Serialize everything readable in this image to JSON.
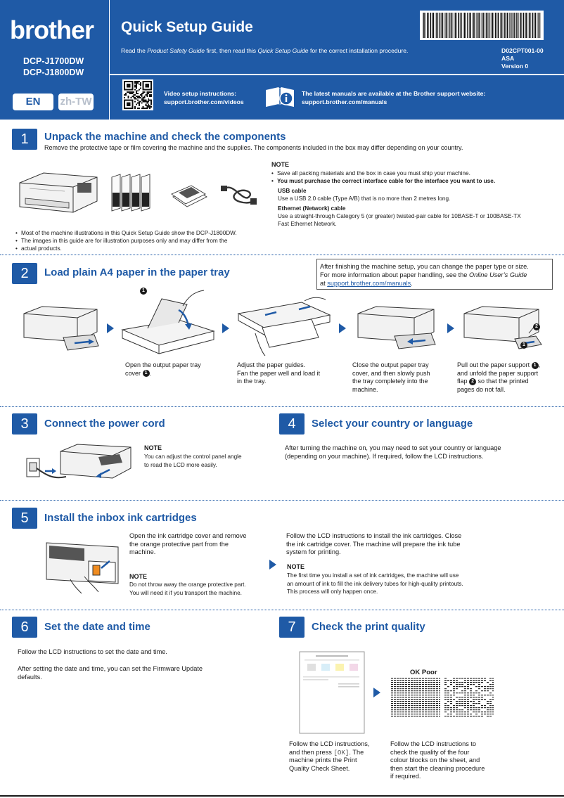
{
  "header": {
    "logo": "brother",
    "models": [
      "DCP-J1700DW",
      "DCP-J1800DW"
    ],
    "lang_active": "EN",
    "lang_inactive": "zh-TW",
    "title": "Quick Setup Guide",
    "intro_pre": "Read the ",
    "intro_italic1": "Product Safety Guide",
    "intro_mid": " first, then read this ",
    "intro_italic2": "Quick Setup Guide",
    "intro_post": " for the correct installation procedure.",
    "doc_code": "D02CPT001-00",
    "doc_region": "ASA",
    "doc_version": "Version 0",
    "video_label": "Video setup instructions:",
    "video_url": "support.brother.com/videos",
    "manuals_label": "The latest manuals are available at the Brother support website:",
    "manuals_url": "support.brother.com/manuals"
  },
  "s1": {
    "num": "1",
    "title": "Unpack the machine and check the components",
    "desc": "Remove the protective tape or film covering the machine and the supplies. The components included in the box may differ depending on your country.",
    "note_h": "NOTE",
    "note_b1": "Save all packing materials and the box in case you must ship your machine.",
    "note_b2": "You must purchase the correct interface cable for the interface you want to use.",
    "usb_h": "USB cable",
    "usb_t": "Use a USB 2.0 cable (Type A/B) that is no more than 2 metres long.",
    "eth_h": "Ethernet (Network) cable",
    "eth_t1": "Use a straight-through Category 5 (or greater) twisted-pair cable for 10BASE-T or 100BASE-TX",
    "eth_t2": "Fast Ethernet Network.",
    "foot1": "Most of the machine illustrations in this Quick Setup Guide show the DCP-J1800DW.",
    "foot2a": "The images in this guide are for illustration purposes only and may differ from the",
    "foot2b": "actual products."
  },
  "s2": {
    "num": "2",
    "title": "Load plain A4 paper in the paper tray",
    "box1": "After finishing the machine setup, you can change the paper type or size.",
    "box2_pre": "For more information about paper handling, see the ",
    "box2_it": "Online User’s Guide",
    "box3_pre": "at ",
    "box3_link": "support.brother.com/manuals",
    "box3_post": ".",
    "step1a": "Open the output paper tray",
    "step1b": "cover",
    "step2a": "Adjust the paper guides.",
    "step2b": "Fan the paper well and load it",
    "step2c": "in the tray.",
    "step3a": "Close the output paper tray",
    "step3b": "cover, and then slowly push",
    "step3c": "the tray completely into the",
    "step3d": "machine.",
    "step4a": "Pull out the paper support",
    "step4b": "and unfold the paper support",
    "step4c": "flap",
    "step4c2": "so that the printed",
    "step4d": "pages do not fall.",
    "mark1": "1",
    "mark2": "2"
  },
  "s3": {
    "num": "3",
    "title": "Connect the power cord",
    "note_h": "NOTE",
    "note1": "You can adjust the control panel angle",
    "note2": "to read the LCD more easily."
  },
  "s4": {
    "num": "4",
    "title": "Select your country or language",
    "t1": "After turning the machine on, you may need to set your country or language",
    "t2": "(depending on your machine). If required, follow the LCD instructions."
  },
  "s5": {
    "num": "5",
    "title": "Install the inbox ink cartridges",
    "a1": "Open the ink cartridge cover and remove",
    "a2": "the orange protective part from the",
    "a3": "machine.",
    "note_h": "NOTE",
    "n1": "Do not throw away the orange protective part.",
    "n2": "You will need it if you transport the machine.",
    "b1": "Follow the LCD instructions to install the ink cartridges. Close",
    "b2": "the ink cartridge cover. The machine will prepare the ink tube",
    "b3": "system for printing.",
    "note2_h": "NOTE",
    "m1": "The first time you install a set of ink cartridges, the machine will use",
    "m2": "an amount of ink to fill the ink delivery tubes for high-quality printouts.",
    "m3": "This process will only happen once."
  },
  "s6": {
    "num": "6",
    "title": "Set the date and time",
    "t1": "Follow the LCD instructions to set the date and time.",
    "t2": "After setting the date and time, you can set the Firmware Update",
    "t3": "defaults."
  },
  "s7": {
    "num": "7",
    "title": "Check the print quality",
    "ok_poor": "OK Poor",
    "a1": "Follow the LCD instructions,",
    "a2_pre": "and then press ",
    "a2_key": "[OK]",
    "a2_post": ". The",
    "a3": "machine prints the Print",
    "a4": "Quality Check Sheet.",
    "b1": "Follow the LCD instructions to",
    "b2": "check the quality of the four",
    "b3": "colour blocks on the sheet, and",
    "b4": "then start the cleaning procedure",
    "b5": "if required."
  }
}
